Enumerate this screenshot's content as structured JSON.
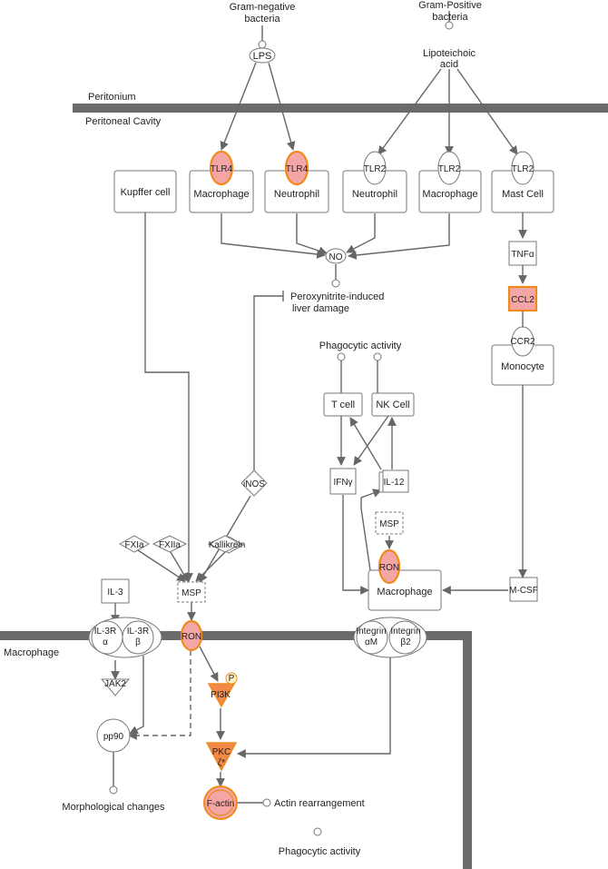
{
  "compartments": {
    "peritonium": "Peritonium",
    "peritoneal_cavity": "Peritoneal Cavity",
    "macrophage": "Macrophage"
  },
  "sources": {
    "gram_negative": [
      "Gram-negative",
      "bacteria"
    ],
    "gram_positive": [
      "Gram-Positive",
      "bacteria"
    ],
    "lps": "LPS",
    "lipoteichoic": [
      "Lipoteichoic",
      "acid"
    ]
  },
  "receptors": {
    "tlr4_macrophage": "TLR4",
    "tlr4_neutrophil": "TLR4",
    "tlr2_neutrophil": "TLR2",
    "tlr2_macrophage": "TLR2",
    "tlr2_mast": "TLR2"
  },
  "cells": {
    "kupffer": "Kupffer cell",
    "macrophage1": "Macrophage",
    "neutrophil1": "Neutrophil",
    "neutrophil2": "Neutrophil",
    "macrophage2": "Macrophage",
    "mast": "Mast Cell",
    "monocyte": "Monocyte",
    "tcell": "T cell",
    "nkcell": "NK Cell",
    "macrophage3": "Macrophage"
  },
  "molecules": {
    "no": "NO",
    "tnfa": "TNFα",
    "ccl2": "CCL2",
    "ccr2": "CCR2",
    "ifng": "IFNγ",
    "il12": "IL-12",
    "msp1": "MSP",
    "ron1": "RON",
    "mcsf": "M-CSF",
    "inos": "iNOS",
    "fxia": "FXIa",
    "fxiia": "FXIIa",
    "kallikrein": "Kallikrein",
    "msp2": "MSP",
    "il3": "IL-3",
    "il3ra": [
      "IL-3R",
      "α"
    ],
    "il3rb": [
      "IL-3R",
      "β"
    ],
    "jak2": "JAK2",
    "pp90": "pp90",
    "ron2": "RON",
    "integrin_am": [
      "Integrin",
      "αM"
    ],
    "integrin_b2": [
      "Integrin",
      "β2"
    ],
    "pi3k": "PI3K",
    "phospho": "P",
    "pkc": [
      "PKC",
      "ζ*"
    ],
    "factin": "F-actin"
  },
  "outcomes": {
    "liver_damage": [
      "Peroxynitrite-induced",
      "liver damage"
    ],
    "phagocytic1": "Phagocytic activity",
    "morphological": "Morphological changes",
    "actin_rearrangement": "Actin rearrangement",
    "phagocytic2": "Phagocytic activity"
  },
  "colors": {
    "highlight_fill": "#f4a6a6",
    "highlight_stroke": "#f08a1c",
    "kinase_fill": "#f2894a",
    "membrane": "#6b6b6b"
  }
}
